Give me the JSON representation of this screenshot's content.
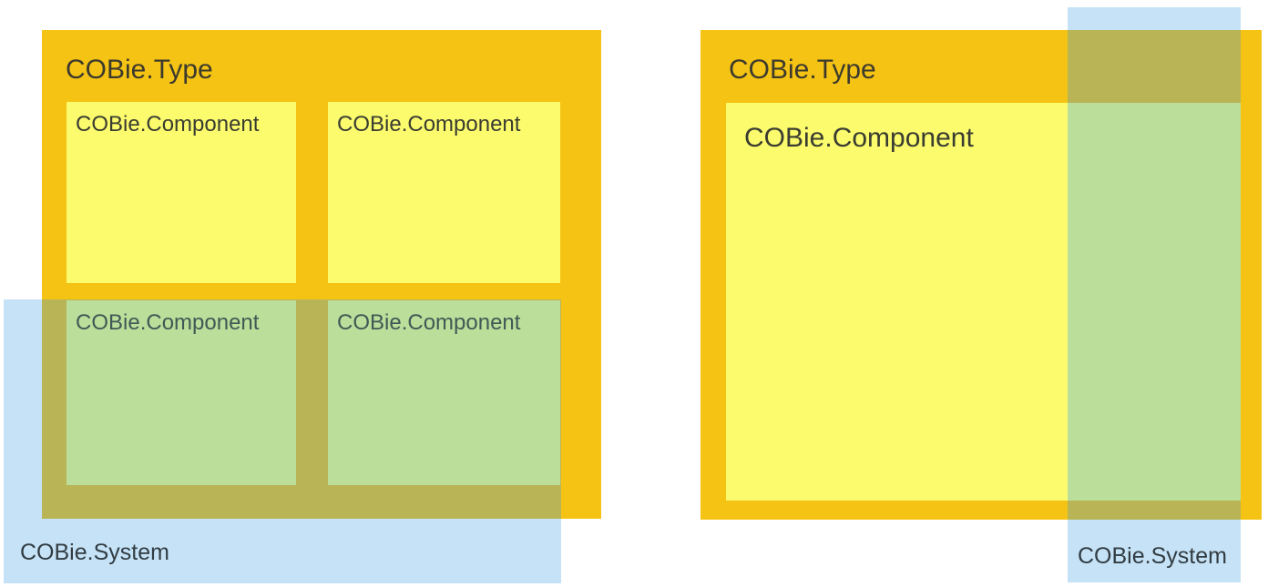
{
  "colors": {
    "type_fill": "#f5c314",
    "component_fill": "#fbfb6d",
    "system_fill": "#c5e2f6",
    "system_over_type_fill": "#b9b556",
    "system_over_component_fill": "#bcde9b",
    "type_label_color": "#3c3a2d",
    "component_label_color": "#3a3c31",
    "component_shaded_label_color": "#3f5a55",
    "system_label_color": "#323c42"
  },
  "left_diagram": {
    "type_label": "COBie.Type",
    "components": [
      "COBie.Component",
      "COBie.Component",
      "COBie.Component",
      "COBie.Component"
    ],
    "system_label": "COBie.System"
  },
  "right_diagram": {
    "type_label": "COBie.Type",
    "component_label": "COBie.Component",
    "system_label": "COBie.System"
  }
}
